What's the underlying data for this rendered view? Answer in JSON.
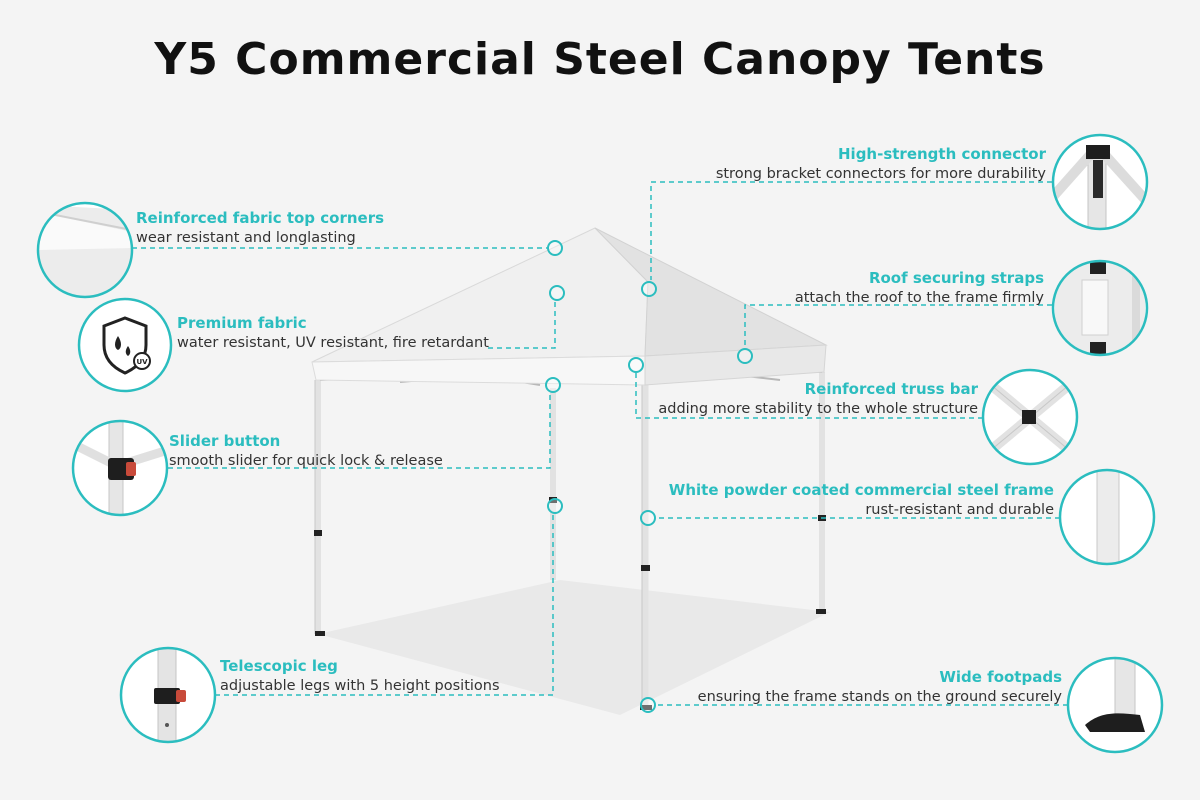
{
  "title": "Y5 Commercial Steel Canopy Tents",
  "accent_color": "#2bbdbf",
  "features": {
    "fabric_corners": {
      "title": "Reinforced fabric top corners",
      "desc": "wear resistant and longlasting"
    },
    "premium_fabric": {
      "title": "Premium fabric",
      "desc": "water resistant, UV resistant, fire retardant",
      "badge": "UV"
    },
    "slider": {
      "title": "Slider button",
      "desc": "smooth slider for quick lock & release"
    },
    "telescopic": {
      "title": "Telescopic leg",
      "desc": "adjustable legs with 5 height positions"
    },
    "connector": {
      "title": "High-strength connector",
      "desc": "strong bracket connectors for more durability"
    },
    "straps": {
      "title": "Roof securing straps",
      "desc": "attach the roof to the frame firmly"
    },
    "truss": {
      "title": "Reinforced truss bar",
      "desc": "adding more stability to the whole structure"
    },
    "frame": {
      "title": "White powder coated commercial steel frame",
      "desc": "rust-resistant and durable"
    },
    "footpads": {
      "title": "Wide footpads",
      "desc": "ensuring the frame stands on the ground securely"
    }
  }
}
